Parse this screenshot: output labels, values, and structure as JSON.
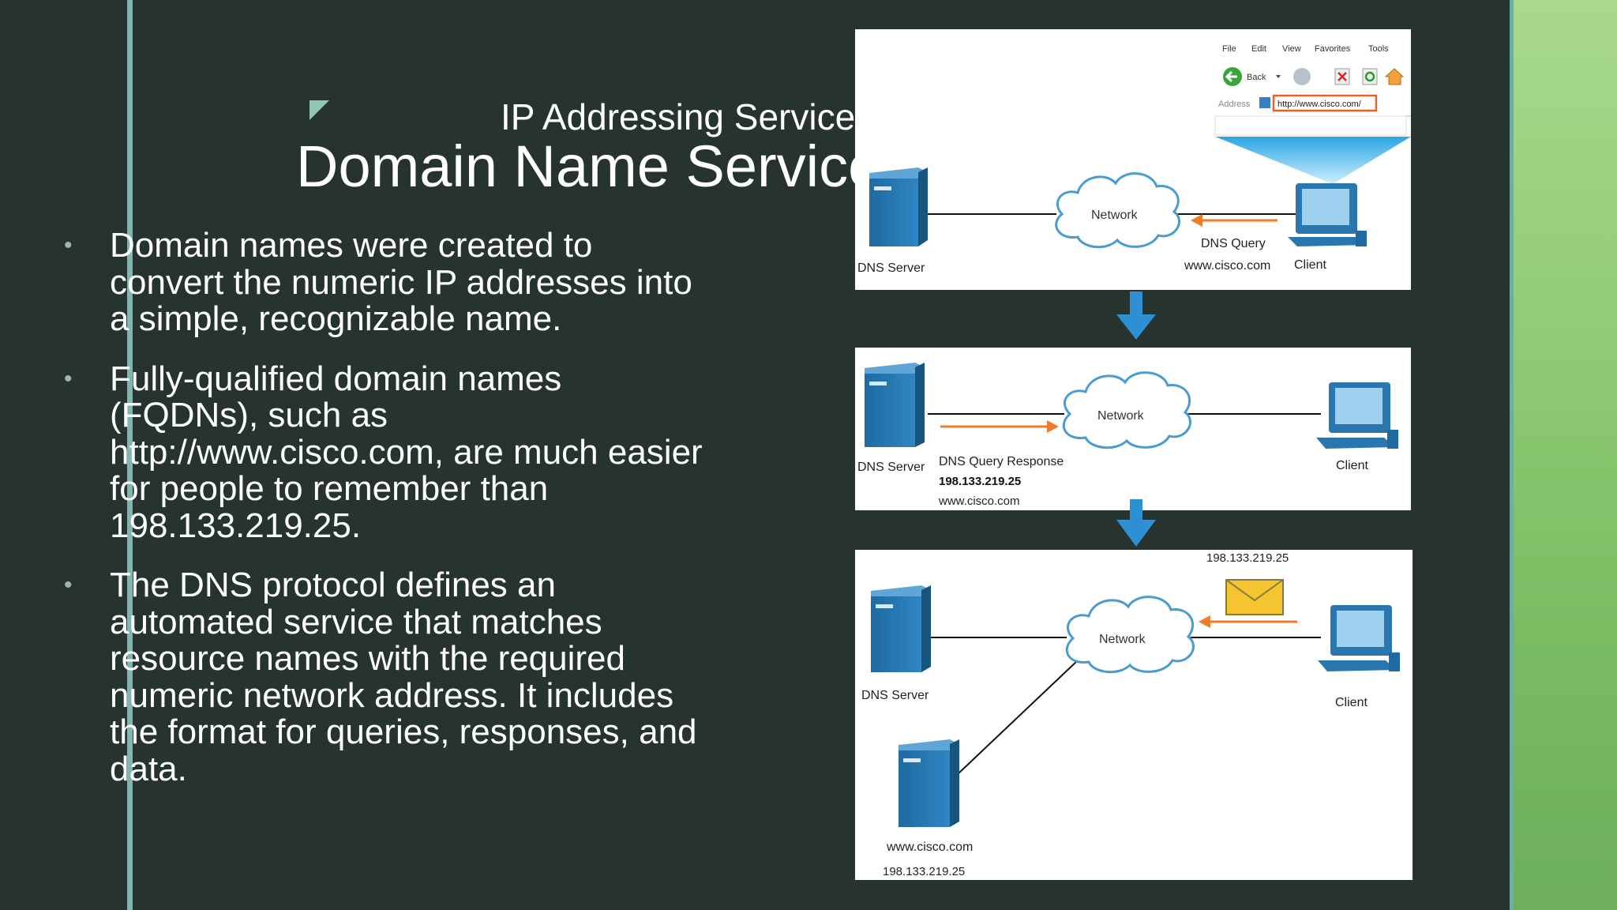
{
  "slide": {
    "subtitle": "IP Addressing Services",
    "title": "Domain Name Service",
    "bullets": [
      "Domain names were created to convert the numeric IP addresses into a simple, recognizable name.",
      "Fully-qualified domain names (FQDNs), such as http://www.cisco.com, are much easier for people to remember than 198.133.219.25.",
      "The DNS protocol defines an automated service that matches resource names with the required numeric network address. It includes the format for queries, responses, and data."
    ]
  },
  "panel1": {
    "menu": [
      "File",
      "Edit",
      "View",
      "Favorites",
      "Tools"
    ],
    "back_label": "Back",
    "address_label": "Address",
    "address_value": "http://www.cisco.com/",
    "network": "Network",
    "dns_server": "DNS Server",
    "query_label": "DNS Query",
    "query_host": "www.cisco.com",
    "client": "Client"
  },
  "panel2": {
    "network": "Network",
    "dns_server": "DNS Server",
    "response_label": "DNS Query Response",
    "response_ip": "198.133.219.25",
    "response_host": "www.cisco.com",
    "client": "Client"
  },
  "panel3": {
    "ip_top": "198.133.219.25",
    "network": "Network",
    "dns_server": "DNS Server",
    "client": "Client",
    "web_host": "www.cisco.com",
    "web_ip": "198.133.219.25"
  },
  "colors": {
    "background": "#26332f",
    "accent": "#7fb6ad",
    "server_blue": "#2a76ae",
    "arrow_blue": "#2e8fd3",
    "query_arrow": "#f07b2b"
  }
}
